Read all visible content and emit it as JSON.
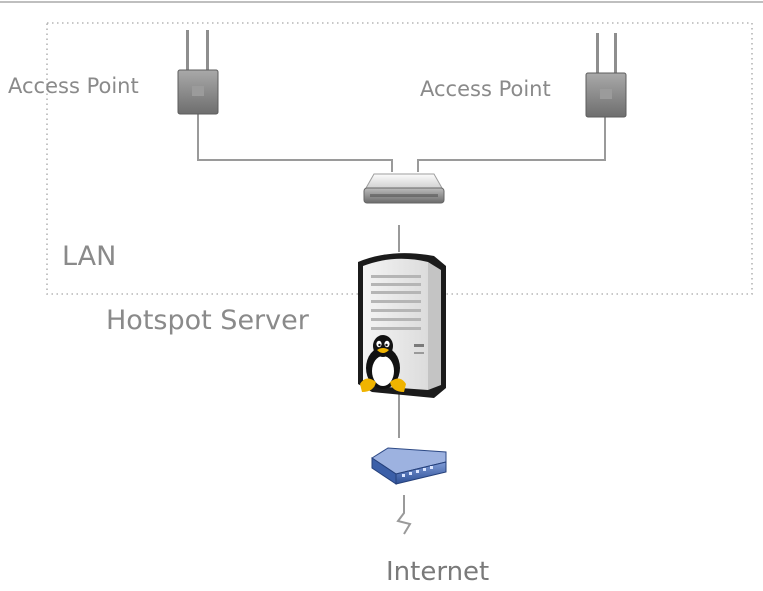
{
  "diagram": {
    "lan_label": "LAN",
    "access_points": [
      {
        "label": "Access Point"
      },
      {
        "label": "Access Point"
      }
    ],
    "server_label": "Hotspot Server",
    "internet_label": "Internet"
  },
  "icons": {
    "access_point": "wireless-access-point-icon",
    "switch": "network-switch-icon",
    "server": "tower-server-icon",
    "os": "linux-tux-icon",
    "modem": "dsl-modem-icon",
    "uplink": "lightning-link-icon"
  },
  "colors": {
    "line": "#9a9a9a",
    "lan_border": "#b5b5b5",
    "label": "#8a8a8a",
    "modem": "#3b5fa8"
  }
}
